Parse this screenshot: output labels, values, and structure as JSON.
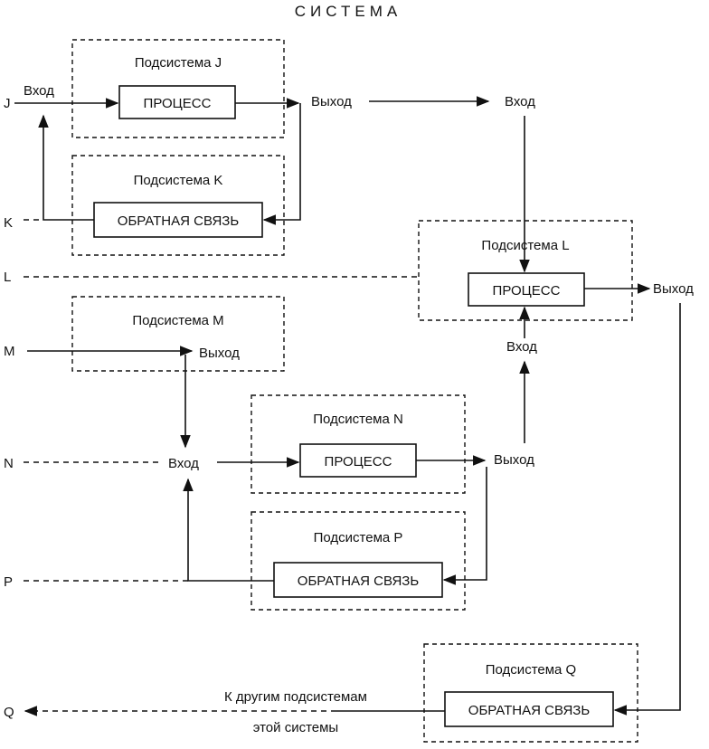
{
  "title": "СИСТЕМА",
  "subsystems": {
    "J": "Подсистема J",
    "K": "Подсистема K",
    "L": "Подсистема L",
    "M": "Подсистема M",
    "N": "Подсистема N",
    "P": "Подсистема P",
    "Q": "Подсистема Q"
  },
  "blocks": {
    "process": "ПРОЦЕСС",
    "feedback": "ОБРАТНАЯ СВЯЗЬ"
  },
  "io": {
    "input": "Вход",
    "output": "Выход"
  },
  "side_labels": {
    "J": "J",
    "K": "K",
    "L": "L",
    "M": "M",
    "N": "N",
    "P": "P",
    "Q": "Q"
  },
  "notes": {
    "other_line1": "К другим подсистемам",
    "other_line2": "этой системы"
  }
}
